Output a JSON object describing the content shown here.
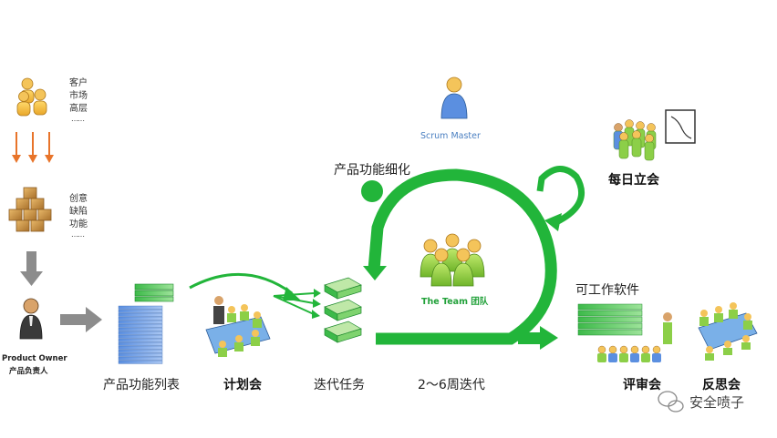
{
  "customer_group": {
    "labels": [
      "客户",
      "市场",
      "高层",
      "……"
    ]
  },
  "ideas_group": {
    "labels": [
      "创意",
      "缺陷",
      "功能",
      "……"
    ]
  },
  "product_owner": {
    "title": "Product Owner",
    "subtitle": "产品负责人"
  },
  "backlog": {
    "label": "产品功能列表"
  },
  "planning": {
    "label": "计划会"
  },
  "iteration_tasks": {
    "label": "迭代任务"
  },
  "sprint": {
    "label": "2～6周迭代"
  },
  "refinement": {
    "label": "产品功能细化"
  },
  "scrum_master": {
    "label": "Scrum Master"
  },
  "team": {
    "label": "The Team 团队"
  },
  "standup": {
    "label": "每日立会"
  },
  "working_software": {
    "label": "可工作软件"
  },
  "review": {
    "label": "评审会"
  },
  "retro": {
    "label": "反思会"
  },
  "watermark": {
    "label": "安全喷子"
  },
  "colors": {
    "accent_green": "#22b53a",
    "arrow_orange": "#e8742a",
    "scrum_blue": "#4a7fc1"
  }
}
